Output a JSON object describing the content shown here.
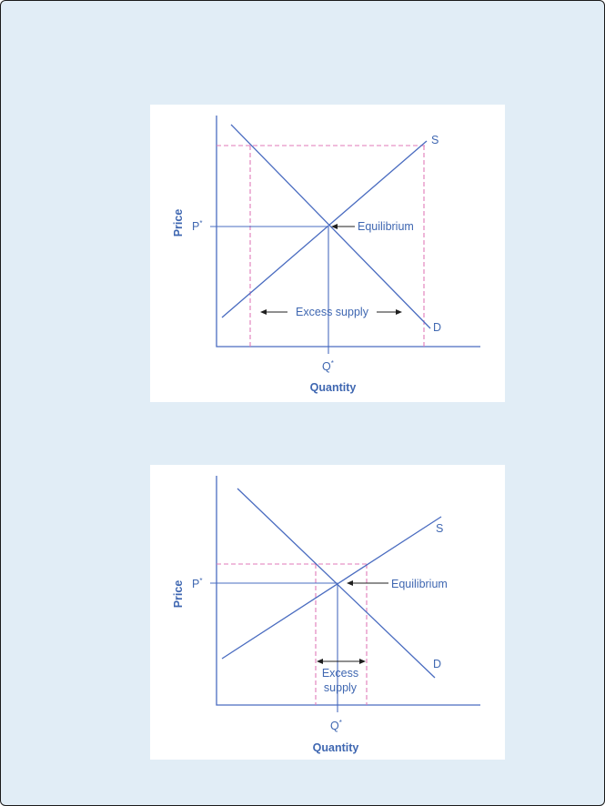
{
  "colors": {
    "background": "#e1edf6",
    "panel": "#ffffff",
    "curves": "#4a6cc0",
    "text": "#3f67b1",
    "dashed_guides": "#e07ab8",
    "arrows": "#1f1f1f"
  },
  "top_panel": {
    "y_axis_label": "Price",
    "x_axis_label": "Quantity",
    "price_label": "P",
    "quantity_label": "Q",
    "star": "*",
    "supply_label": "S",
    "demand_label": "D",
    "equilibrium_label": "Equilibrium",
    "excess_label": "Excess supply"
  },
  "bottom_panel": {
    "y_axis_label": "Price",
    "x_axis_label": "Quantity",
    "price_label": "P",
    "quantity_label": "Q",
    "star": "*",
    "supply_label": "S",
    "demand_label": "D",
    "equilibrium_label": "Equilibrium",
    "excess_label_line1": "Excess",
    "excess_label_line2": "supply"
  }
}
